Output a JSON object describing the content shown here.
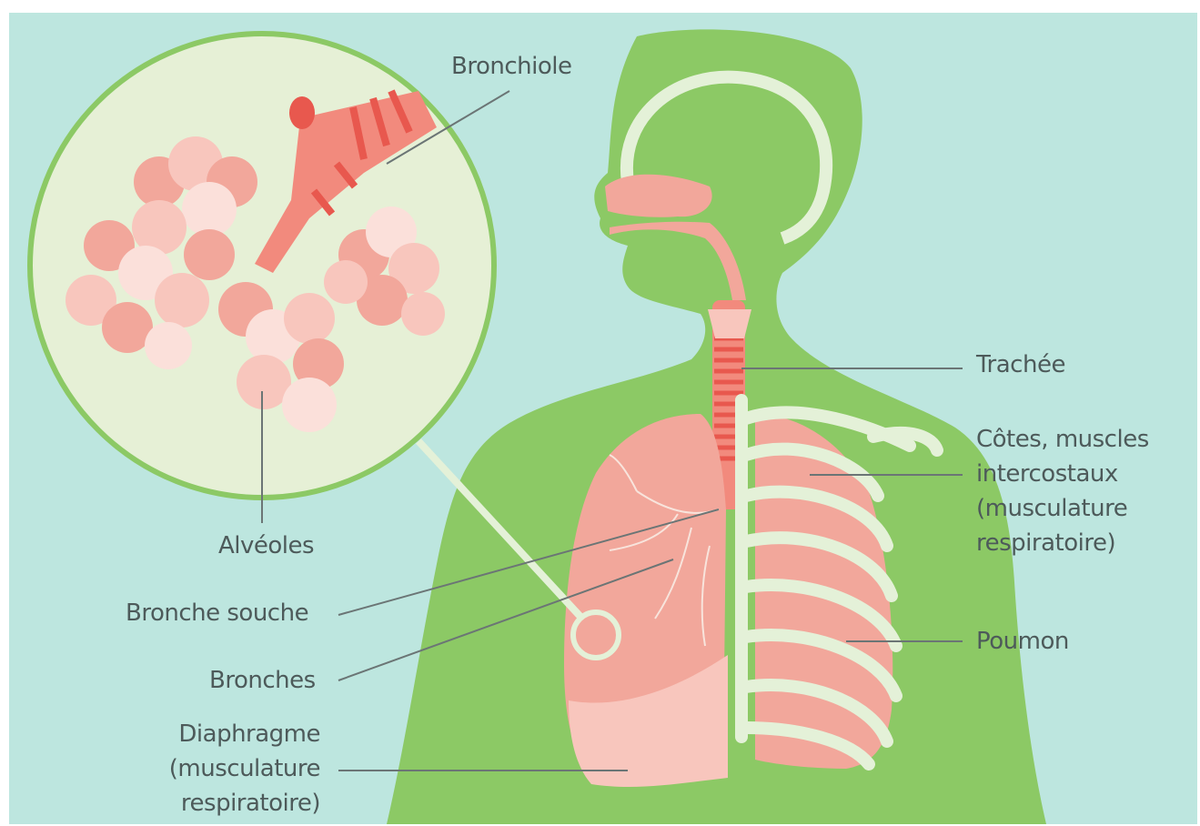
{
  "colors": {
    "background": "#bde6df",
    "body": "#8cc965",
    "circle_fill": "#e6f0d6",
    "circle_stroke": "#8cc965",
    "lung": "#f2a79b",
    "lung_light": "#f8c6bd",
    "airway": "#f28a7d",
    "airway_dark": "#e8584e",
    "ribs": "#e4f1d8",
    "leader_line": "#6b7575",
    "text": "#4d5a5a"
  },
  "labels": {
    "bronchiole": "Bronchiole",
    "alveoles": "Alvéoles",
    "trachee": "Trachée",
    "cotes": [
      "Côtes, muscles",
      "intercostaux",
      "(musculature",
      "respiratoire)"
    ],
    "bronche_souche": "Bronche souche",
    "poumon": "Poumon",
    "bronches": "Bronches",
    "diaphragme": [
      "Diaphragme",
      "(musculature",
      "respiratoire)"
    ]
  }
}
